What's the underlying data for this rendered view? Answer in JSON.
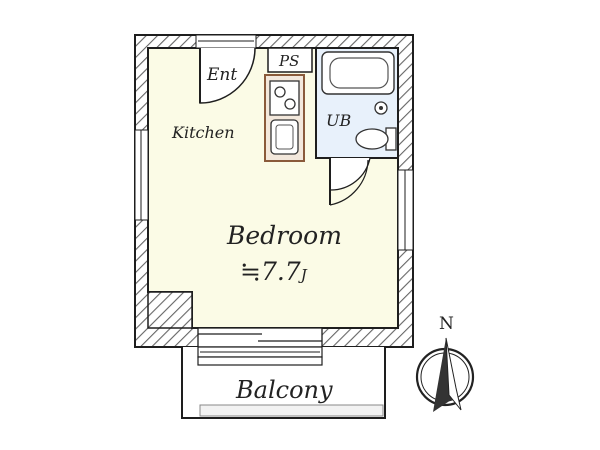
{
  "rooms": {
    "entrance": "Ent",
    "kitchen": "Kitchen",
    "pipe_space": "PS",
    "unit_bath": "UB",
    "bedroom": "Bedroom",
    "bedroom_size_prefix": "≒7.7",
    "bedroom_size_unit": "J",
    "balcony": "Balcony"
  },
  "compass": {
    "north_label": "N"
  },
  "colors": {
    "floor": "#fbfbe6",
    "bath": "#e8f1fb",
    "wall": "#1e1e1e",
    "kitchen_counter": "#8a5a3a"
  }
}
